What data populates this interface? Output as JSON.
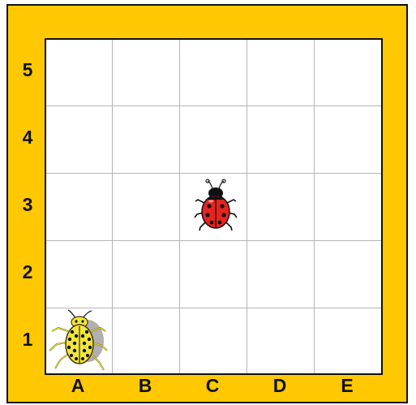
{
  "board": {
    "rows": [
      "5",
      "4",
      "3",
      "2",
      "1"
    ],
    "columns": [
      "A",
      "B",
      "C",
      "D",
      "E"
    ],
    "colors": {
      "frame": "#ffc800",
      "grid": "#ffffff",
      "lines": "#b5b5b5",
      "border": "#111111"
    }
  },
  "pieces": [
    {
      "name": "ladybug",
      "icon": "ladybug-icon",
      "column": "C",
      "row": "3",
      "color": "#e8231f"
    },
    {
      "name": "spotted-beetle",
      "icon": "spotted-beetle-icon",
      "column": "A",
      "row": "1",
      "color": "#f2e63a"
    }
  ]
}
